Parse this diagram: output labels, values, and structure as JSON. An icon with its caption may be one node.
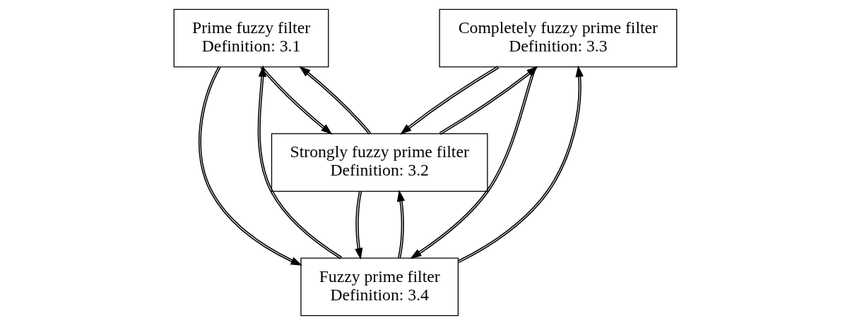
{
  "diagram": {
    "nodes": [
      {
        "text": [
          "Prime fuzzy filter",
          "Definition: 3.1"
        ]
      },
      {
        "text": [
          "Strongly fuzzy prime filter",
          "Definition: 3.2"
        ]
      },
      {
        "text": [
          "Completely fuzzy prime filter",
          "Definition: 3.3"
        ]
      },
      {
        "text": [
          "Fuzzy prime filter",
          "Definition: 3.4"
        ]
      }
    ],
    "edges": [
      {
        "from": 0,
        "to": 1,
        "arrow": "to"
      },
      {
        "from": 1,
        "to": 0,
        "arrow": "to"
      },
      {
        "from": 1,
        "to": 2,
        "arrow": "to"
      },
      {
        "from": 2,
        "to": 1,
        "arrow": "to"
      },
      {
        "from": 0,
        "to": 3,
        "arrow": "to"
      },
      {
        "from": 3,
        "to": 0,
        "arrow": "to"
      },
      {
        "from": 1,
        "to": 3,
        "arrow": "to"
      },
      {
        "from": 3,
        "to": 1,
        "arrow": "to"
      },
      {
        "from": 2,
        "to": 3,
        "arrow": "to"
      },
      {
        "from": 3,
        "to": 2,
        "arrow": "to"
      }
    ]
  }
}
